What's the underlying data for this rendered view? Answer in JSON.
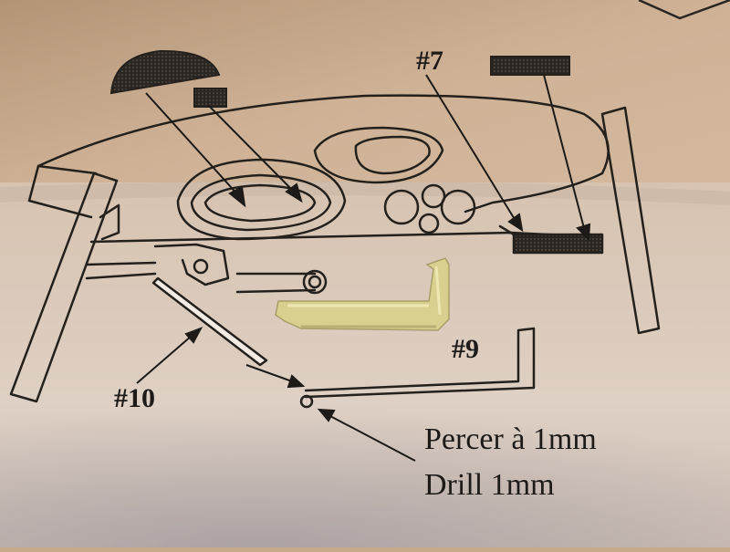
{
  "diagram": {
    "part_labels": {
      "part_7": "#7",
      "part_9": "#9",
      "part_10": "#10"
    },
    "instructions": {
      "french": "Percer à 1mm",
      "english": "Drill 1mm"
    }
  }
}
